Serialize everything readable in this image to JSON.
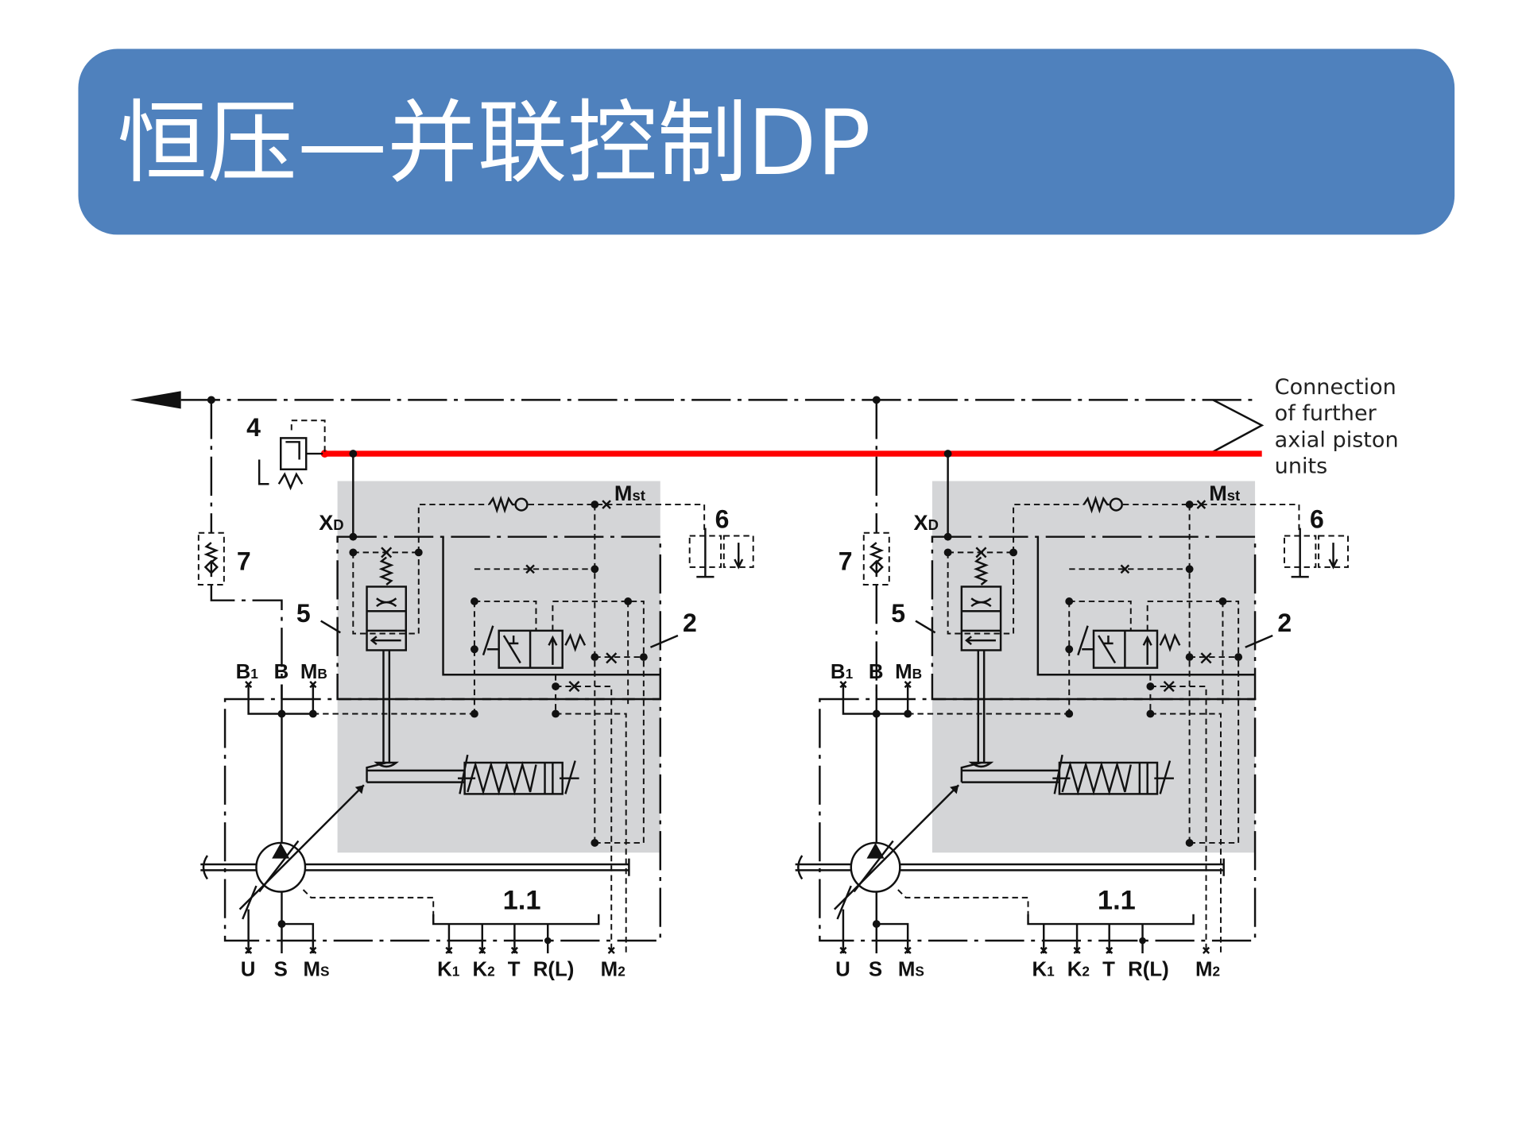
{
  "title": "恒压—并联控制DP",
  "connection_note": [
    "Connection",
    "of further",
    "axial piston",
    "units"
  ],
  "colors": {
    "header": "#4f81bd",
    "pilot_line": "#ff0000",
    "control_block": "#d4d5d7"
  },
  "relief_valve_label": "4",
  "units": [
    {
      "label_7": "7",
      "label_5": "5",
      "label_2": "2",
      "label_6": "6",
      "label_11": "1.1",
      "xd": [
        "X",
        "D"
      ],
      "mst": [
        "M",
        "st"
      ],
      "b1": [
        "B",
        "1"
      ],
      "b": "B",
      "mb": [
        "M",
        "B"
      ],
      "u": "U",
      "s": "S",
      "ms": [
        "M",
        "S"
      ],
      "k1": [
        "K",
        "1"
      ],
      "k2": [
        "K",
        "2"
      ],
      "t": "T",
      "rl": "R(L)",
      "m2": [
        "M",
        "2"
      ]
    },
    {
      "label_7": "7",
      "label_5": "5",
      "label_2": "2",
      "label_6": "6",
      "label_11": "1.1",
      "xd": [
        "X",
        "D"
      ],
      "mst": [
        "M",
        "st"
      ],
      "b1": [
        "B",
        "1"
      ],
      "b": "B",
      "mb": [
        "M",
        "B"
      ],
      "u": "U",
      "s": "S",
      "ms": [
        "M",
        "S"
      ],
      "k1": [
        "K",
        "1"
      ],
      "k2": [
        "K",
        "2"
      ],
      "t": "T",
      "rl": "R(L)",
      "m2": [
        "M",
        "2"
      ]
    }
  ]
}
